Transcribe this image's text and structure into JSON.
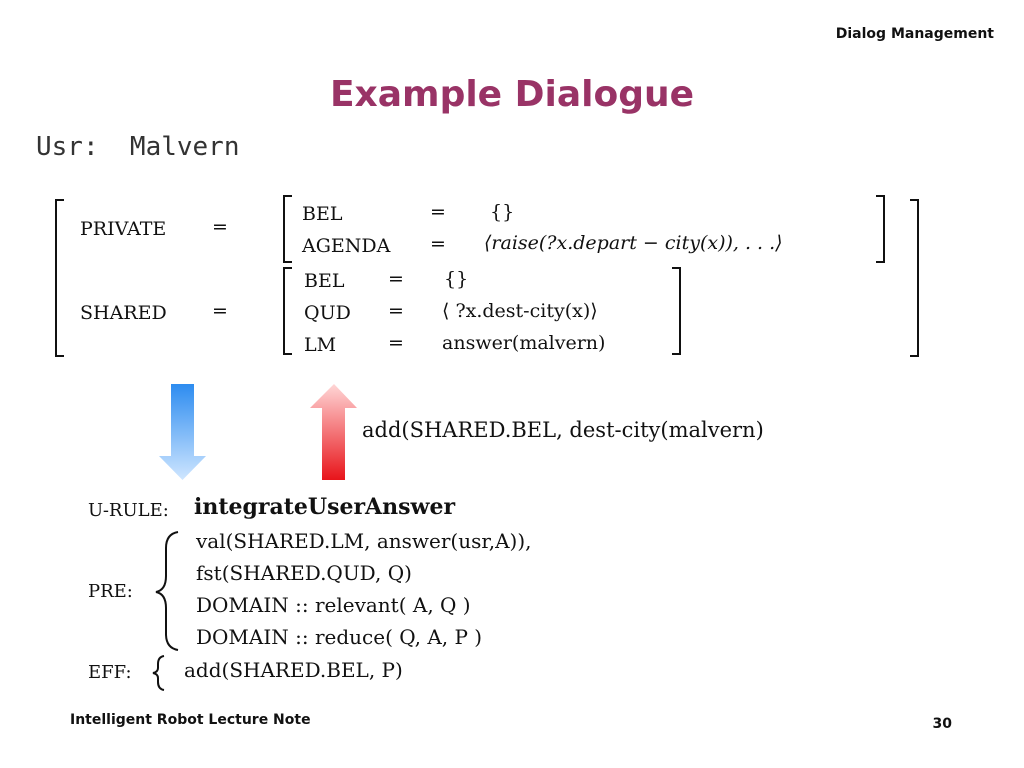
{
  "header": {
    "label": "Dialog Management"
  },
  "title": "Example Dialogue",
  "usr_line": "Usr:  Malvern",
  "infostate": {
    "private_label": "PRIVATE",
    "shared_label": "SHARED",
    "eq": "=",
    "private": {
      "bel_label": "BEL",
      "bel_value": "{}",
      "agenda_label": "AGENDA",
      "agenda_value": "⟨raise(?x.depart − city(x)), . . .⟩"
    },
    "shared": {
      "bel_label": "BEL",
      "bel_value": "{}",
      "qud_label": "QUD",
      "qud_value": "⟨ ?x.dest-city(x)⟩",
      "lm_label": "LM",
      "lm_value": "answer(malvern)"
    }
  },
  "update_annotation": "add(SHARED.BEL, dest-city(malvern)",
  "arrows": {
    "down_color": "#2d8cf0",
    "up_color": "#e8141a"
  },
  "rule": {
    "u_rule_label": "U-RULE:",
    "name": "integrateUserAnswer",
    "pre_label": "PRE:",
    "pre": [
      "val(SHARED.LM, answer(usr,A)),",
      "fst(SHARED.QUD, Q)",
      "DOMAIN :: relevant( A, Q )",
      "DOMAIN :: reduce( Q, A, P )"
    ],
    "eff_label": "EFF:",
    "eff": "add(SHARED.BEL, P)"
  },
  "footer": {
    "left": "Intelligent Robot Lecture Note",
    "page_number": "30"
  }
}
